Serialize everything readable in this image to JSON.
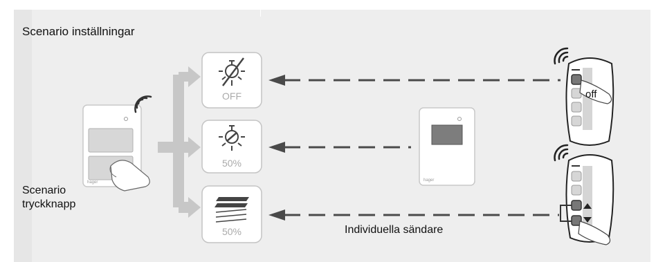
{
  "title": "Scenario inställningar",
  "scenario_button_label_line1": "Scenario",
  "scenario_button_label_line2": "tryckknapp",
  "individual_transmitters_label": "Individuella sändare",
  "scenes": [
    {
      "icon": "lamp-off-icon",
      "label": "OFF"
    },
    {
      "icon": "lamp-dim-icon",
      "label": "50%"
    },
    {
      "icon": "blinds-icon",
      "label": "50%"
    }
  ],
  "remote_top_off_label": "off",
  "brand_text": "hager",
  "colors": {
    "panel": "#eeeeee",
    "arrow_gray": "#c7c7c7",
    "dashed": "#4a4a4a",
    "device": "#ffffff"
  }
}
